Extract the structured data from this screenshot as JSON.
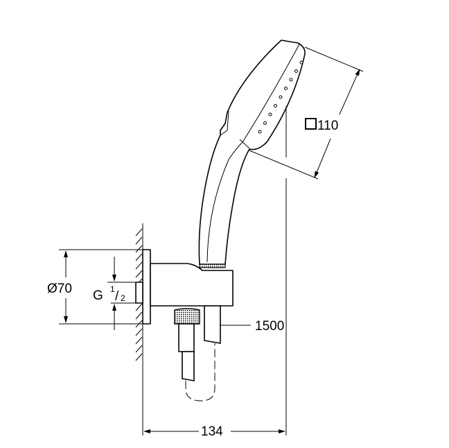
{
  "title": "Hand shower set with wall outlet elbow – dimension drawing",
  "dimensions": {
    "wall_outlet_diameter": "Ø70",
    "thread_main": "G",
    "thread_numerator": "1",
    "thread_denominator": "2",
    "hose_length": "1500",
    "projection": "134",
    "head_size": "110"
  },
  "colors": {
    "line": "#000000",
    "background": "#ffffff"
  }
}
